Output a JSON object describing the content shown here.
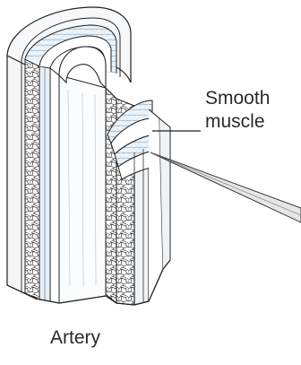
{
  "labels": {
    "smooth_muscle_line1": "Smooth",
    "smooth_muscle_line2": "muscle",
    "artery": "Artery"
  }
}
